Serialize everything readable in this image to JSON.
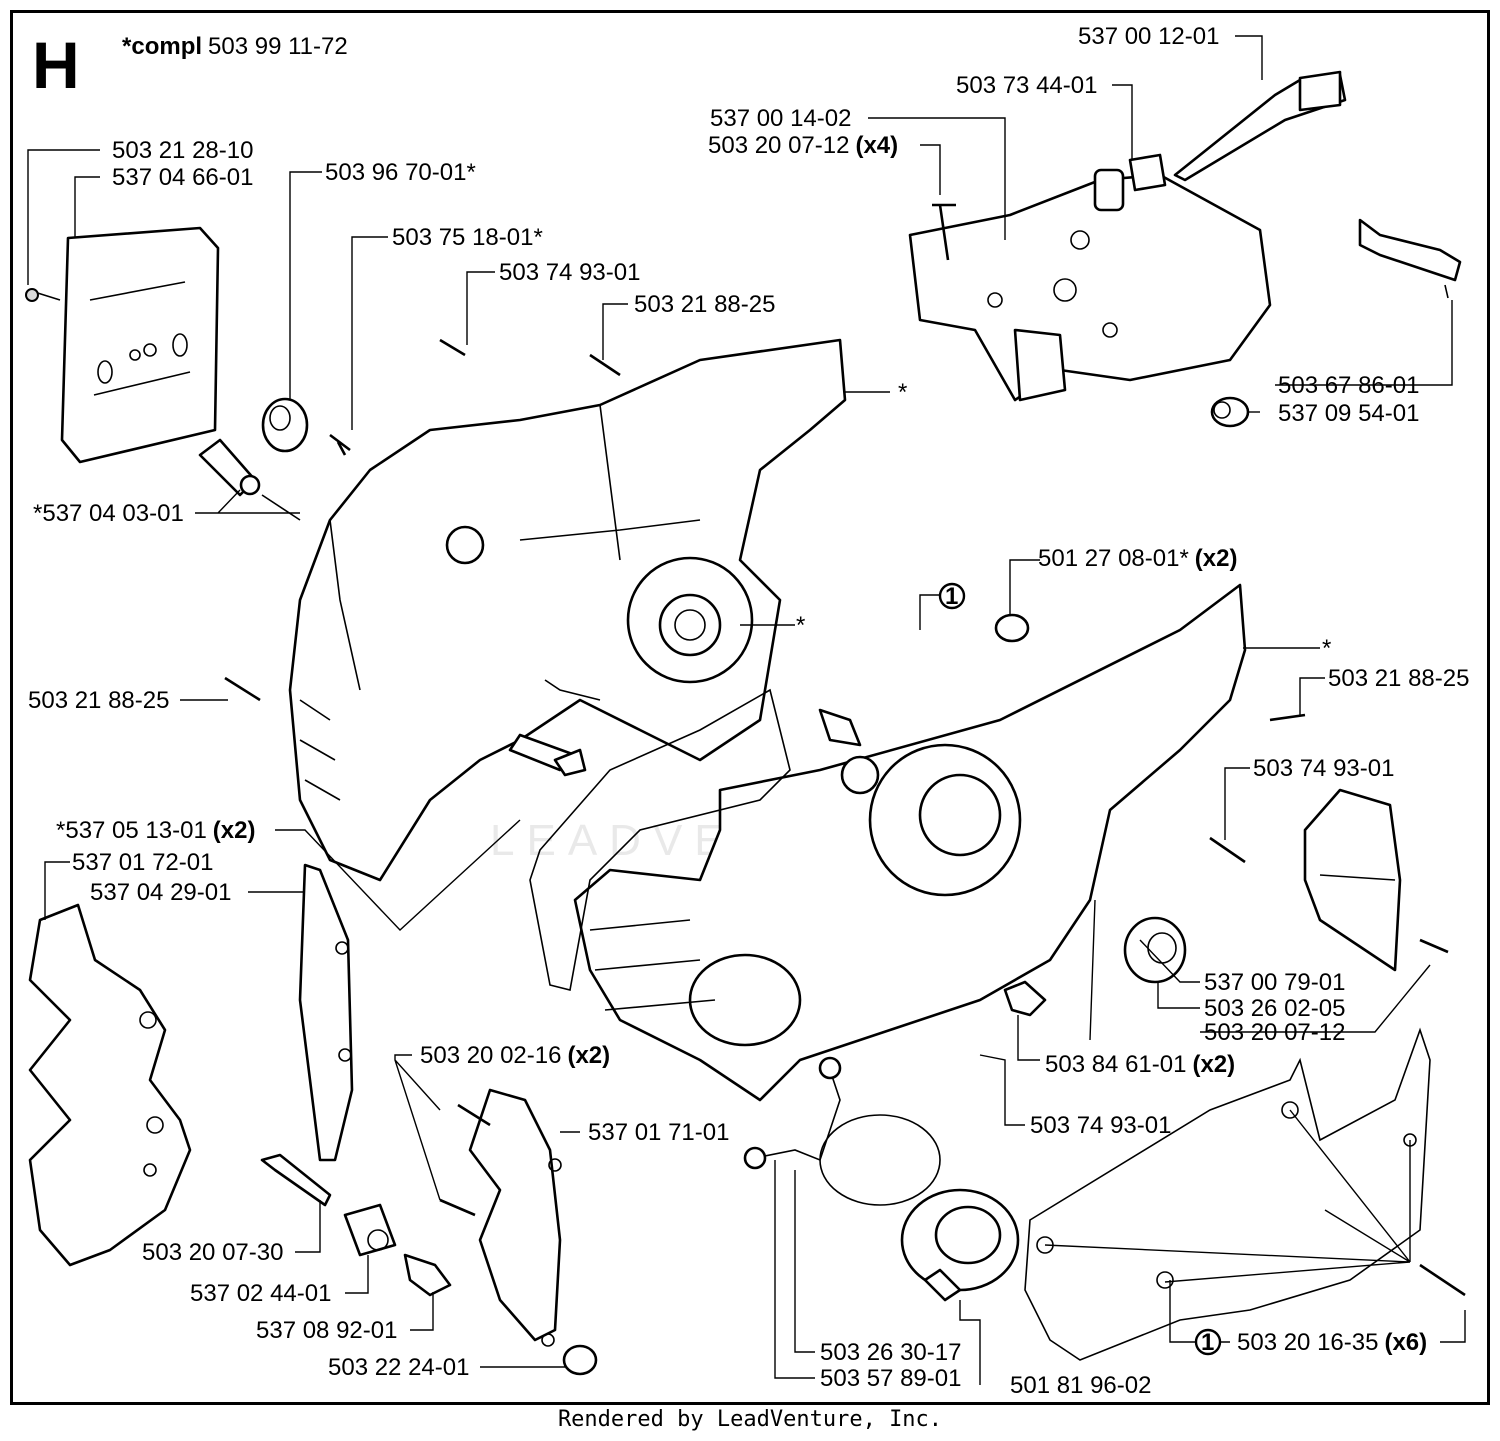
{
  "section": "H",
  "compl": {
    "prefix": "*compl",
    "number": "503 99 11-72"
  },
  "watermark": "LEADVENTURE",
  "footer": "Rendered by LeadVenture, Inc.",
  "callout_symbol": "1",
  "labels": {
    "l01": "537 00 12-01",
    "l02": "503 73 44-01",
    "l03": "537 00 14-02",
    "l04": "503 20 07-12",
    "l04q": "(x4)",
    "l05": "503 21 28-10",
    "l06": "537 04 66-01",
    "l07": "503 96 70-01*",
    "l08": "503 75 18-01*",
    "l09": "503 74 93-01",
    "l10": "503 21 88-25",
    "l11": "*",
    "l12": "503 67 86-01",
    "l13": "537 09 54-01",
    "l14": "*537 04 03-01",
    "l15": "501 27 08-01*",
    "l15q": "(x2)",
    "l16": "*",
    "l17": "*",
    "l18": "503 21 88-25",
    "l19": "503 21 88-25",
    "l20": "503 74 93-01",
    "l21": "*537 05 13-01",
    "l21q": "(x2)",
    "l22": "537 01 72-01",
    "l23": "537 04 29-01",
    "l24": "537 00 79-01",
    "l25": "503 26 02-05",
    "l26": "503 20 07-12",
    "l27": "503 20 02-16",
    "l27q": "(x2)",
    "l28": "503 84 61-01",
    "l28q": "(x2)",
    "l29": "537 01 71-01",
    "l30": "503 74 93-01",
    "l31": "503 20 07-30",
    "l32": "537 02 44-01",
    "l33": "537 08 92-01",
    "l34": "503 22 24-01",
    "l35": "503 26 30-17",
    "l36": "503 57 89-01",
    "l37": "501 81 96-02",
    "l38": "503 20 16-35",
    "l38q": "(x6)"
  }
}
